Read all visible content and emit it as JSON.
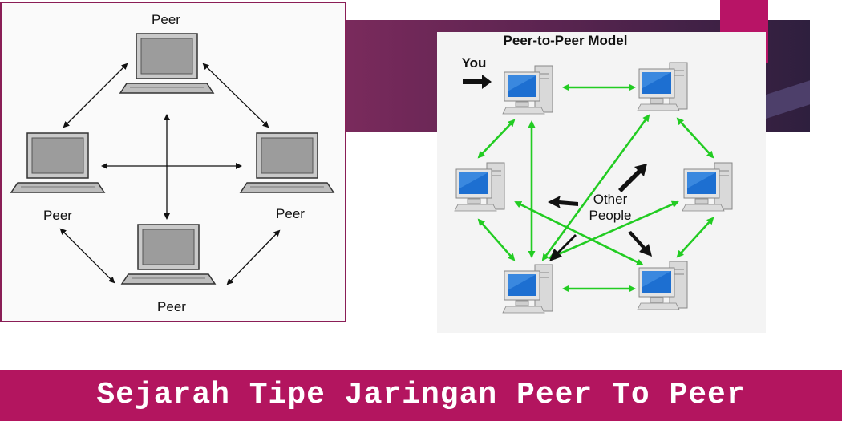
{
  "left_diagram": {
    "labels": {
      "top": "Peer",
      "left": "Peer",
      "right": "Peer",
      "bottom": "Peer"
    }
  },
  "right_diagram": {
    "title": "Peer-to-Peer Model",
    "you_label": "You",
    "other_label_1": "Other",
    "other_label_2": "People"
  },
  "footer": {
    "title": "Sejarah Tipe Jaringan Peer To Peer"
  },
  "colors": {
    "accent": "#b3155f",
    "link_green": "#22cc22",
    "monitor_blue": "#1d6fd1"
  }
}
